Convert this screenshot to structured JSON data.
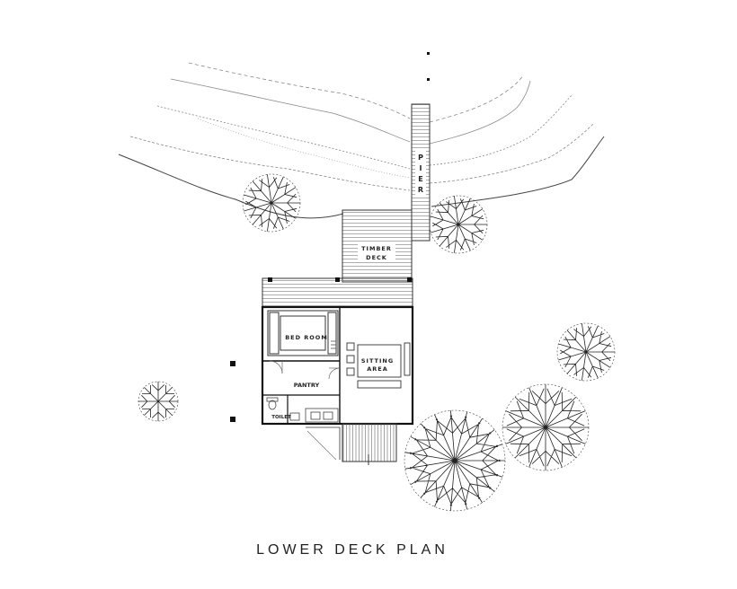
{
  "title": "LOWER DECK PLAN",
  "rooms": {
    "bedroom": "BED ROOM",
    "sitting_line1": "SITTING",
    "sitting_line2": "AREA",
    "pantry": "PANTRY",
    "toilet": "TOILET"
  },
  "deck": {
    "line1": "TIMBER",
    "line2": "DECK"
  },
  "pier": {
    "letters": [
      "P",
      "I",
      "E",
      "R"
    ]
  }
}
